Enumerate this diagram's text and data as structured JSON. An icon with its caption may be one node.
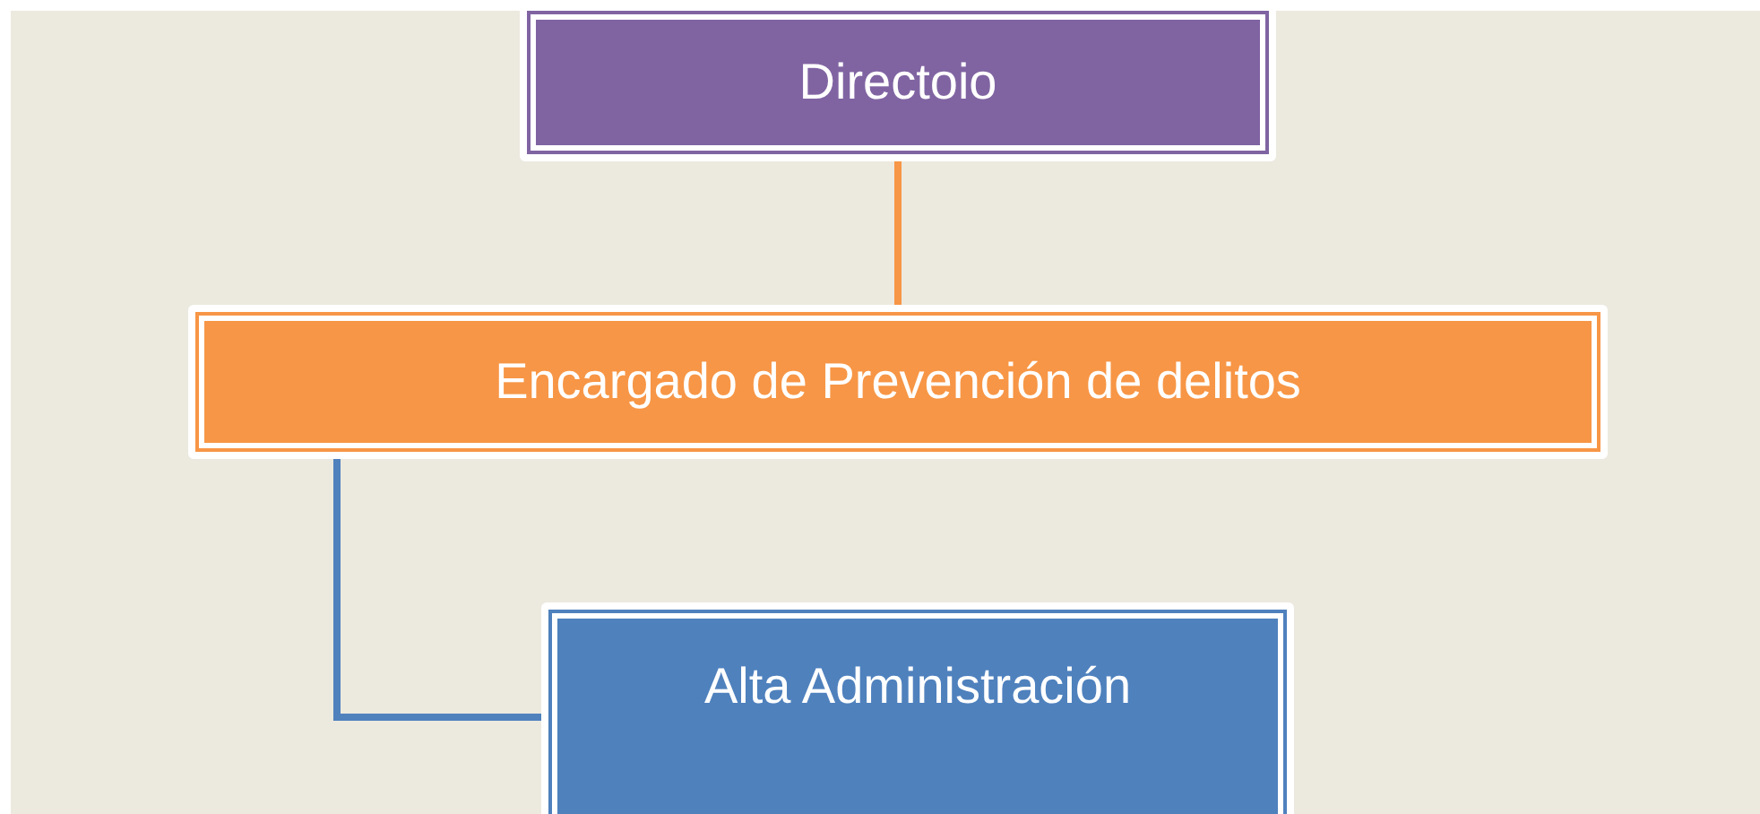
{
  "diagram": {
    "nodes": [
      {
        "text": [
          "Directoio"
        ]
      },
      {
        "text": [
          "Encargado de Prevención de delitos"
        ]
      },
      {
        "text": [
          "Alta Administración"
        ]
      }
    ],
    "edges": [
      {
        "from": 0,
        "to": 1,
        "arrow": "none",
        "color": "#f79646"
      },
      {
        "from": 1,
        "to": 2,
        "arrow": "none",
        "color": "#4f81bd"
      }
    ]
  }
}
